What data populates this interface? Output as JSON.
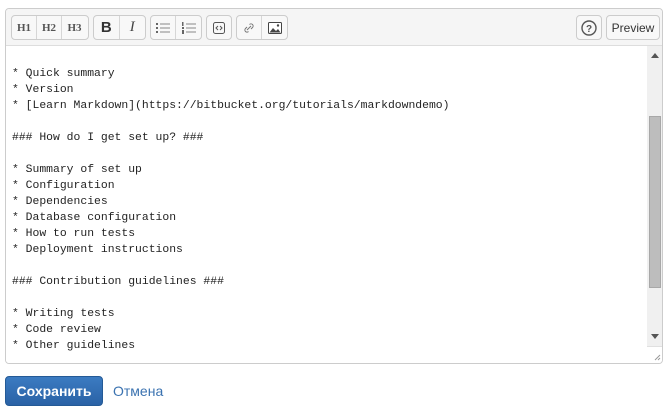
{
  "toolbar": {
    "h1": "H1",
    "h2": "H2",
    "h3": "H3",
    "bold": "B",
    "italic": "I",
    "icons": [
      "unordered-list",
      "ordered-list",
      "code",
      "link",
      "image"
    ],
    "help": "?",
    "preview": "Preview"
  },
  "editor": {
    "lines": [
      "* Quick summary",
      "* Version",
      "* [Learn Markdown](https://bitbucket.org/tutorials/markdowndemo)",
      "",
      "### How do I get set up? ###",
      "",
      "* Summary of set up",
      "* Configuration",
      "* Dependencies",
      "* Database configuration",
      "* How to run tests",
      "* Deployment instructions",
      "",
      "### Contribution guidelines ###",
      "",
      "* Writing tests",
      "* Code review",
      "* Other guidelines"
    ]
  },
  "actions": {
    "save": "Сохранить",
    "cancel": "Отмена"
  },
  "colors": {
    "primary": "#2f6db5",
    "link": "#3a72b0"
  }
}
